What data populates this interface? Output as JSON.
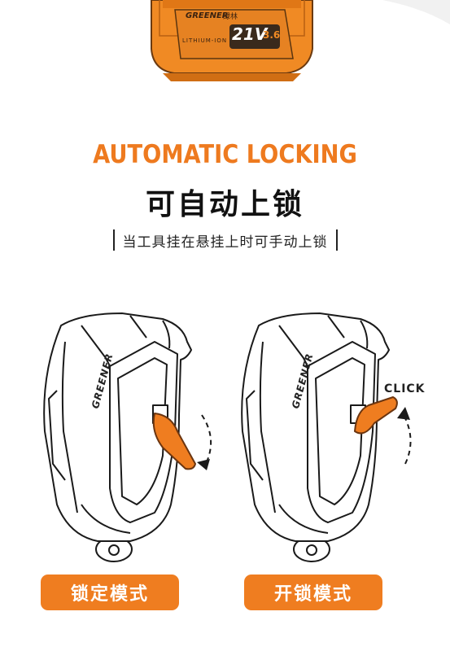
{
  "battery": {
    "brand": "GREENER",
    "brand_cn": "绿林",
    "voltage": "21V",
    "capacity": "3.6",
    "chemistry": "LITHIUM-ION"
  },
  "headline": {
    "english": "AUTOMATIC LOCKING",
    "chinese": "可自动上锁"
  },
  "subtitle": "当工具挂在悬挂上时可手动上锁",
  "left_panel": {
    "holder_brand": "GREENER",
    "mode_label": "锁定模式"
  },
  "right_panel": {
    "holder_brand": "GREENER",
    "click_text": "CLICK",
    "mode_label": "开锁模式"
  },
  "colors": {
    "accent": "#ef7d20",
    "battery_body": "#f08a24",
    "text": "#111111"
  }
}
